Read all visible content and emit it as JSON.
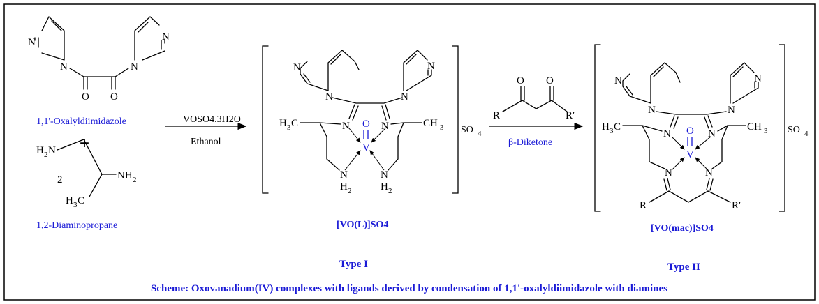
{
  "reactants": {
    "oxalyl_name": "1,1'-Oxalyldiimidazole",
    "diamine_name": "1,2-Diaminopropane",
    "plus": "+",
    "stoich": "2"
  },
  "step1": {
    "reagent": "VOSO4.3H2O",
    "solvent": "Ethanol"
  },
  "step2": {
    "reagent": "β-Diketone"
  },
  "products": {
    "type1_formula": "[VO(L)]SO4",
    "type1_label": "Type I",
    "type2_formula": "[VO(mac)]SO4",
    "type2_label": "Type II"
  },
  "caption": "Scheme: Oxovanadium(IV) complexes with ligands derived by condensation of  1,1'-oxalyldiimidazole with diamines",
  "atoms": {
    "N": "N",
    "O": "O",
    "V": "V",
    "R": "R",
    "Rp": "R′",
    "NH2": "NH",
    "H2": "H",
    "sub2": "2",
    "sub3": "3",
    "H3C": "H",
    "C": "C",
    "CH3": "CH",
    "SO": "SO",
    "sub4": "4"
  },
  "colors": {
    "accent": "#1a1ad6",
    "text": "#000000",
    "frame": "#000000"
  }
}
